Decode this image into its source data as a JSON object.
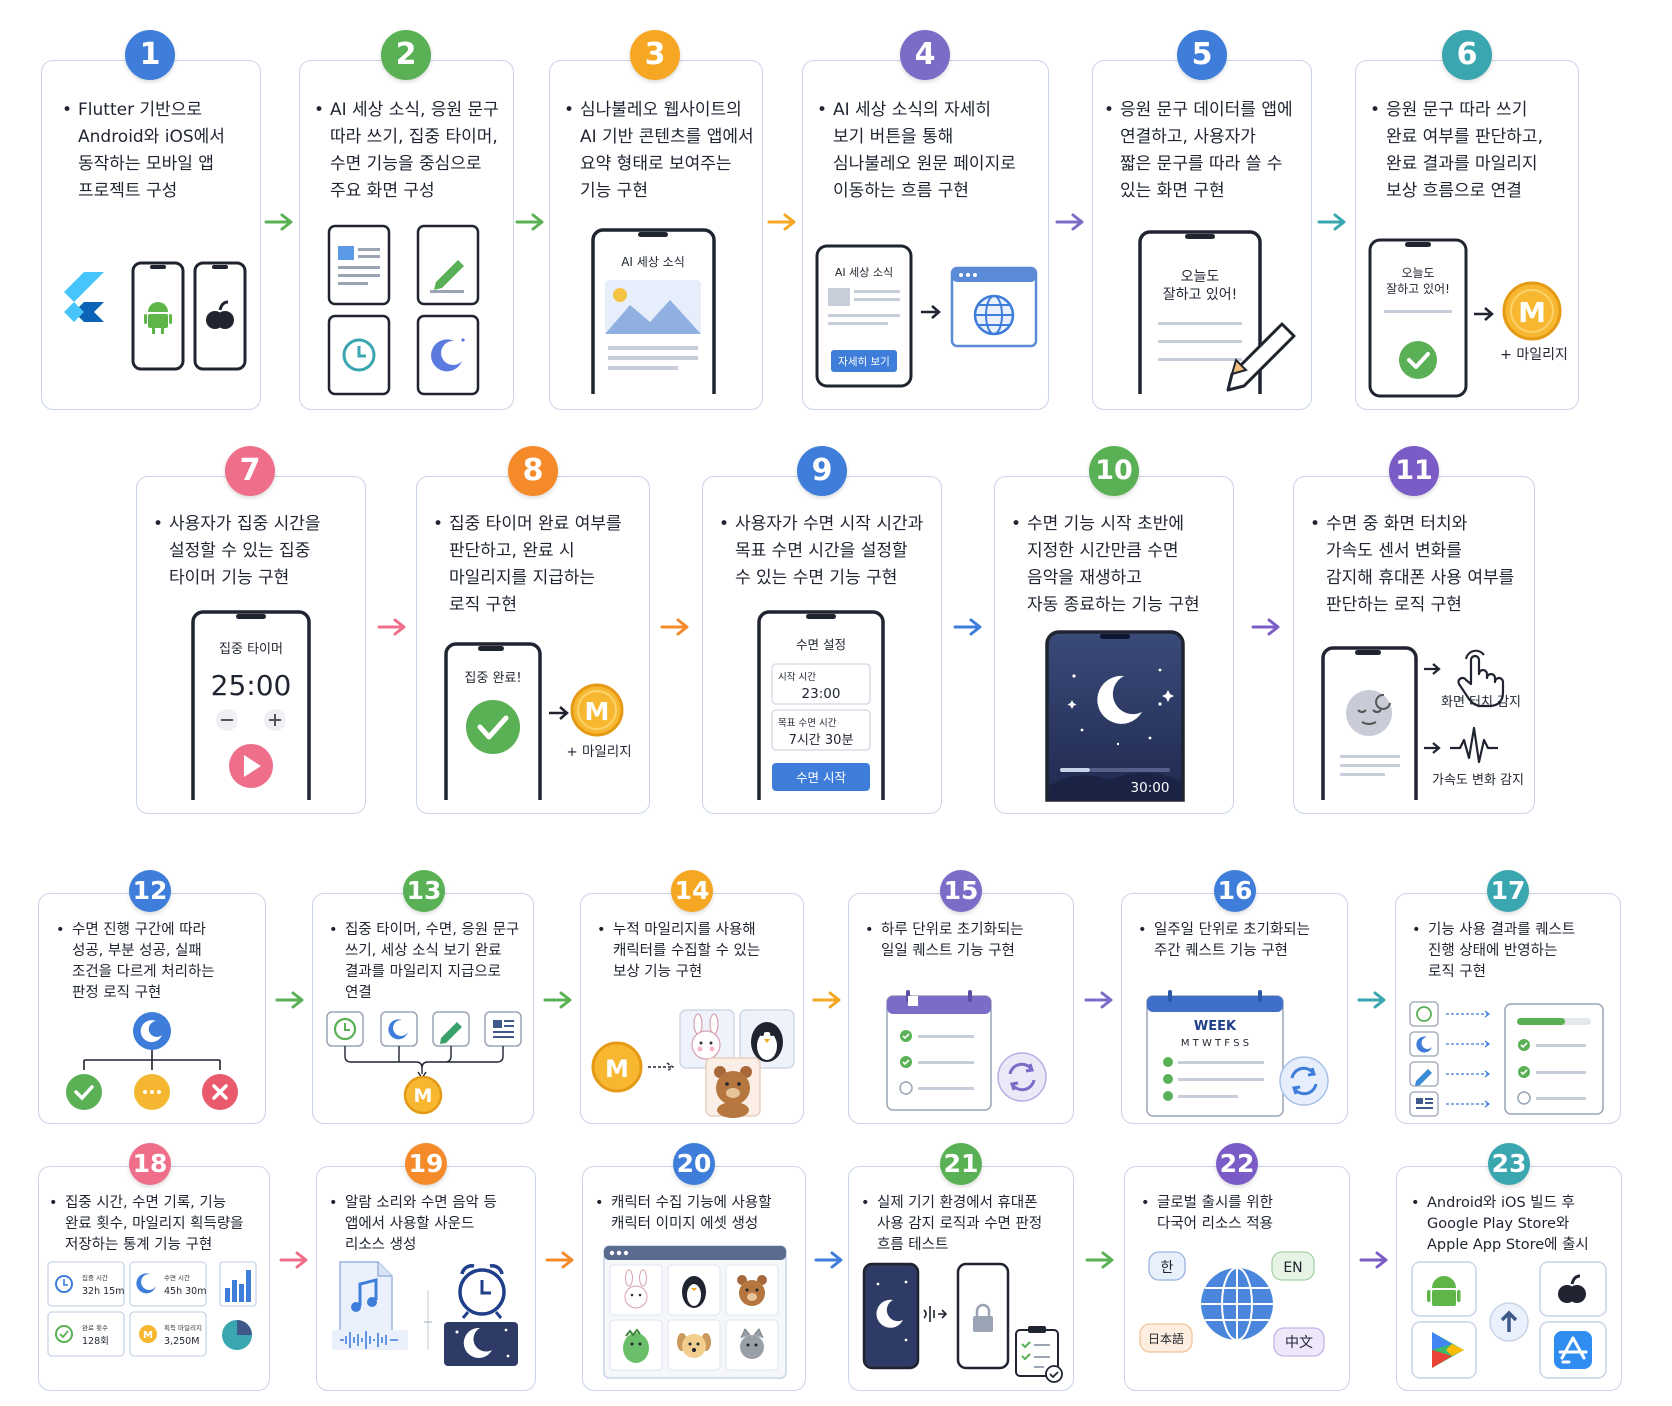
{
  "steps": [
    {
      "num": "1",
      "color": "#3f7ddb",
      "text": "Flutter 기반으로\nAndroid와 iOS에서\n동작하는 모바일 앱\n프로젝트 구성"
    },
    {
      "num": "2",
      "color": "#5ab055",
      "text": "AI 세상 소식, 응원 문구\n따라 쓰기, 집중 타이머,\n수면 기능을 중심으로\n주요 화면 구성"
    },
    {
      "num": "3",
      "color": "#f5a623",
      "text": "심나불레오 웹사이트의\nAI 기반 콘텐츠를 앱에서\n요약 형태로 보여주는\n기능 구현"
    },
    {
      "num": "4",
      "color": "#7b6cc7",
      "text": "AI 세상 소식의 자세히\n보기 버튼을 통해\n심나불레오 원문 페이지로\n이동하는 흐름 구현"
    },
    {
      "num": "5",
      "color": "#3f7ddb",
      "text": "응원 문구 데이터를 앱에\n연결하고, 사용자가\n짧은 문구를 따라 쓸 수\n있는 화면 구현"
    },
    {
      "num": "6",
      "color": "#3aa6b0",
      "text": "응원 문구 따라 쓰기\n완료 여부를 판단하고,\n완료 결과를 마일리지\n보상 흐름으로 연결"
    },
    {
      "num": "7",
      "color": "#ef6f8a",
      "text": "사용자가 집중 시간을\n설정할 수 있는 집중\n타이머 기능 구현"
    },
    {
      "num": "8",
      "color": "#f58a2a",
      "text": "집중 타이머 완료 여부를\n판단하고, 완료 시\n마일리지를 지급하는\n로직 구현"
    },
    {
      "num": "9",
      "color": "#3f7ddb",
      "text": "사용자가 수면 시작 시간과\n목표 수면 시간을 설정할\n수 있는 수면 기능 구현"
    },
    {
      "num": "10",
      "color": "#5ab055",
      "text": "수면 기능 시작 초반에\n지정한 시간만큼 수면\n음악을 재생하고\n자동 종료하는 기능 구현"
    },
    {
      "num": "11",
      "color": "#7b5cc7",
      "text": "수면 중 화면 터치와\n가속도 센서 변화를\n감지해 휴대폰 사용 여부를\n판단하는 로직 구현"
    },
    {
      "num": "12",
      "color": "#3f7ddb",
      "text": "수면 진행 구간에 따라\n성공, 부분 성공, 실패\n조건을 다르게 처리하는\n판정 로직 구현"
    },
    {
      "num": "13",
      "color": "#5ab055",
      "text": "집중 타이머, 수면, 응원 문구\n쓰기, 세상 소식 보기 완료\n결과를 마일리지 지급으로\n연결"
    },
    {
      "num": "14",
      "color": "#f5a623",
      "text": "누적 마일리지를 사용해\n캐릭터를 수집할 수 있는\n보상 기능 구현"
    },
    {
      "num": "15",
      "color": "#7b6cc7",
      "text": "하루 단위로 초기화되는\n일일 퀘스트 기능 구현"
    },
    {
      "num": "16",
      "color": "#3f7ddb",
      "text": "일주일 단위로 초기화되는\n주간 퀘스트 기능 구현"
    },
    {
      "num": "17",
      "color": "#3aa6b0",
      "text": "기능 사용 결과를 퀘스트\n진행 상태에 반영하는\n로직 구현"
    },
    {
      "num": "18",
      "color": "#ef6f8a",
      "text": "집중 시간, 수면 기록, 기능\n완료 횟수, 마일리지 획득량을\n저장하는 통계 기능 구현"
    },
    {
      "num": "19",
      "color": "#f58a2a",
      "text": "알람 소리와 수면 음악 등\n앱에서 사용할 사운드\n리소스 생성"
    },
    {
      "num": "20",
      "color": "#3f7ddb",
      "text": "캐릭터 수집 기능에 사용할\n캐릭터 이미지 에셋 생성"
    },
    {
      "num": "21",
      "color": "#5ab055",
      "text": "실제 기기 환경에서 휴대폰\n사용 감지 로직과 수면 판정\n흐름 테스트"
    },
    {
      "num": "22",
      "color": "#7b5cc7",
      "text": "글로벌 출시를 위한\n다국어 리소스 적용"
    },
    {
      "num": "23",
      "color": "#3aa6b0",
      "text": "Android와 iOS 빌드 후\nGoogle Play Store와\nApple App Store에 출시"
    }
  ],
  "labels": {
    "news_title": "AI 세상 소식",
    "detail_button": "자세히 보기",
    "cheer_line1": "오늘도",
    "cheer_line2": "잘하고 있어!",
    "mileage": "+ 마일리지",
    "mileage_m": "M",
    "focus_title": "집중 타이머",
    "focus_time": "25:00",
    "focus_done": "집중 완료!",
    "sleep_title": "수면 설정",
    "sleep_start_label": "시작 시간",
    "sleep_start_value": "23:00",
    "sleep_goal_label": "목표 수면 시간",
    "sleep_goal_value": "7시간 30분",
    "sleep_start_button": "수면 시작",
    "music_time": "30:00",
    "touch_detect": "화면 터치 감지",
    "accel_detect": "가속도 변화 감지",
    "week_title": "WEEK",
    "week_days": "M  T  W  T  F  S  S",
    "stat1_label": "집중 시간",
    "stat1_value": "32h 15m",
    "stat2_label": "수면 시간",
    "stat2_value": "45h 30m",
    "stat3_label": "완료 횟수",
    "stat3_value": "128회",
    "stat4_label": "획득 마일리지",
    "stat4_value": "3,250M",
    "lang_ko": "한",
    "lang_en": "EN",
    "lang_ja": "日本語",
    "lang_zh": "中文"
  },
  "colors": {
    "card_border": "#c9d4e8",
    "blue": "#3f7ddb",
    "green": "#5ab055",
    "orange": "#f5a623",
    "purple": "#7b6cc7",
    "teal": "#3aa6b0",
    "pink": "#ef6f8a",
    "coin": "#f7b731",
    "night": "#2d3b66"
  }
}
